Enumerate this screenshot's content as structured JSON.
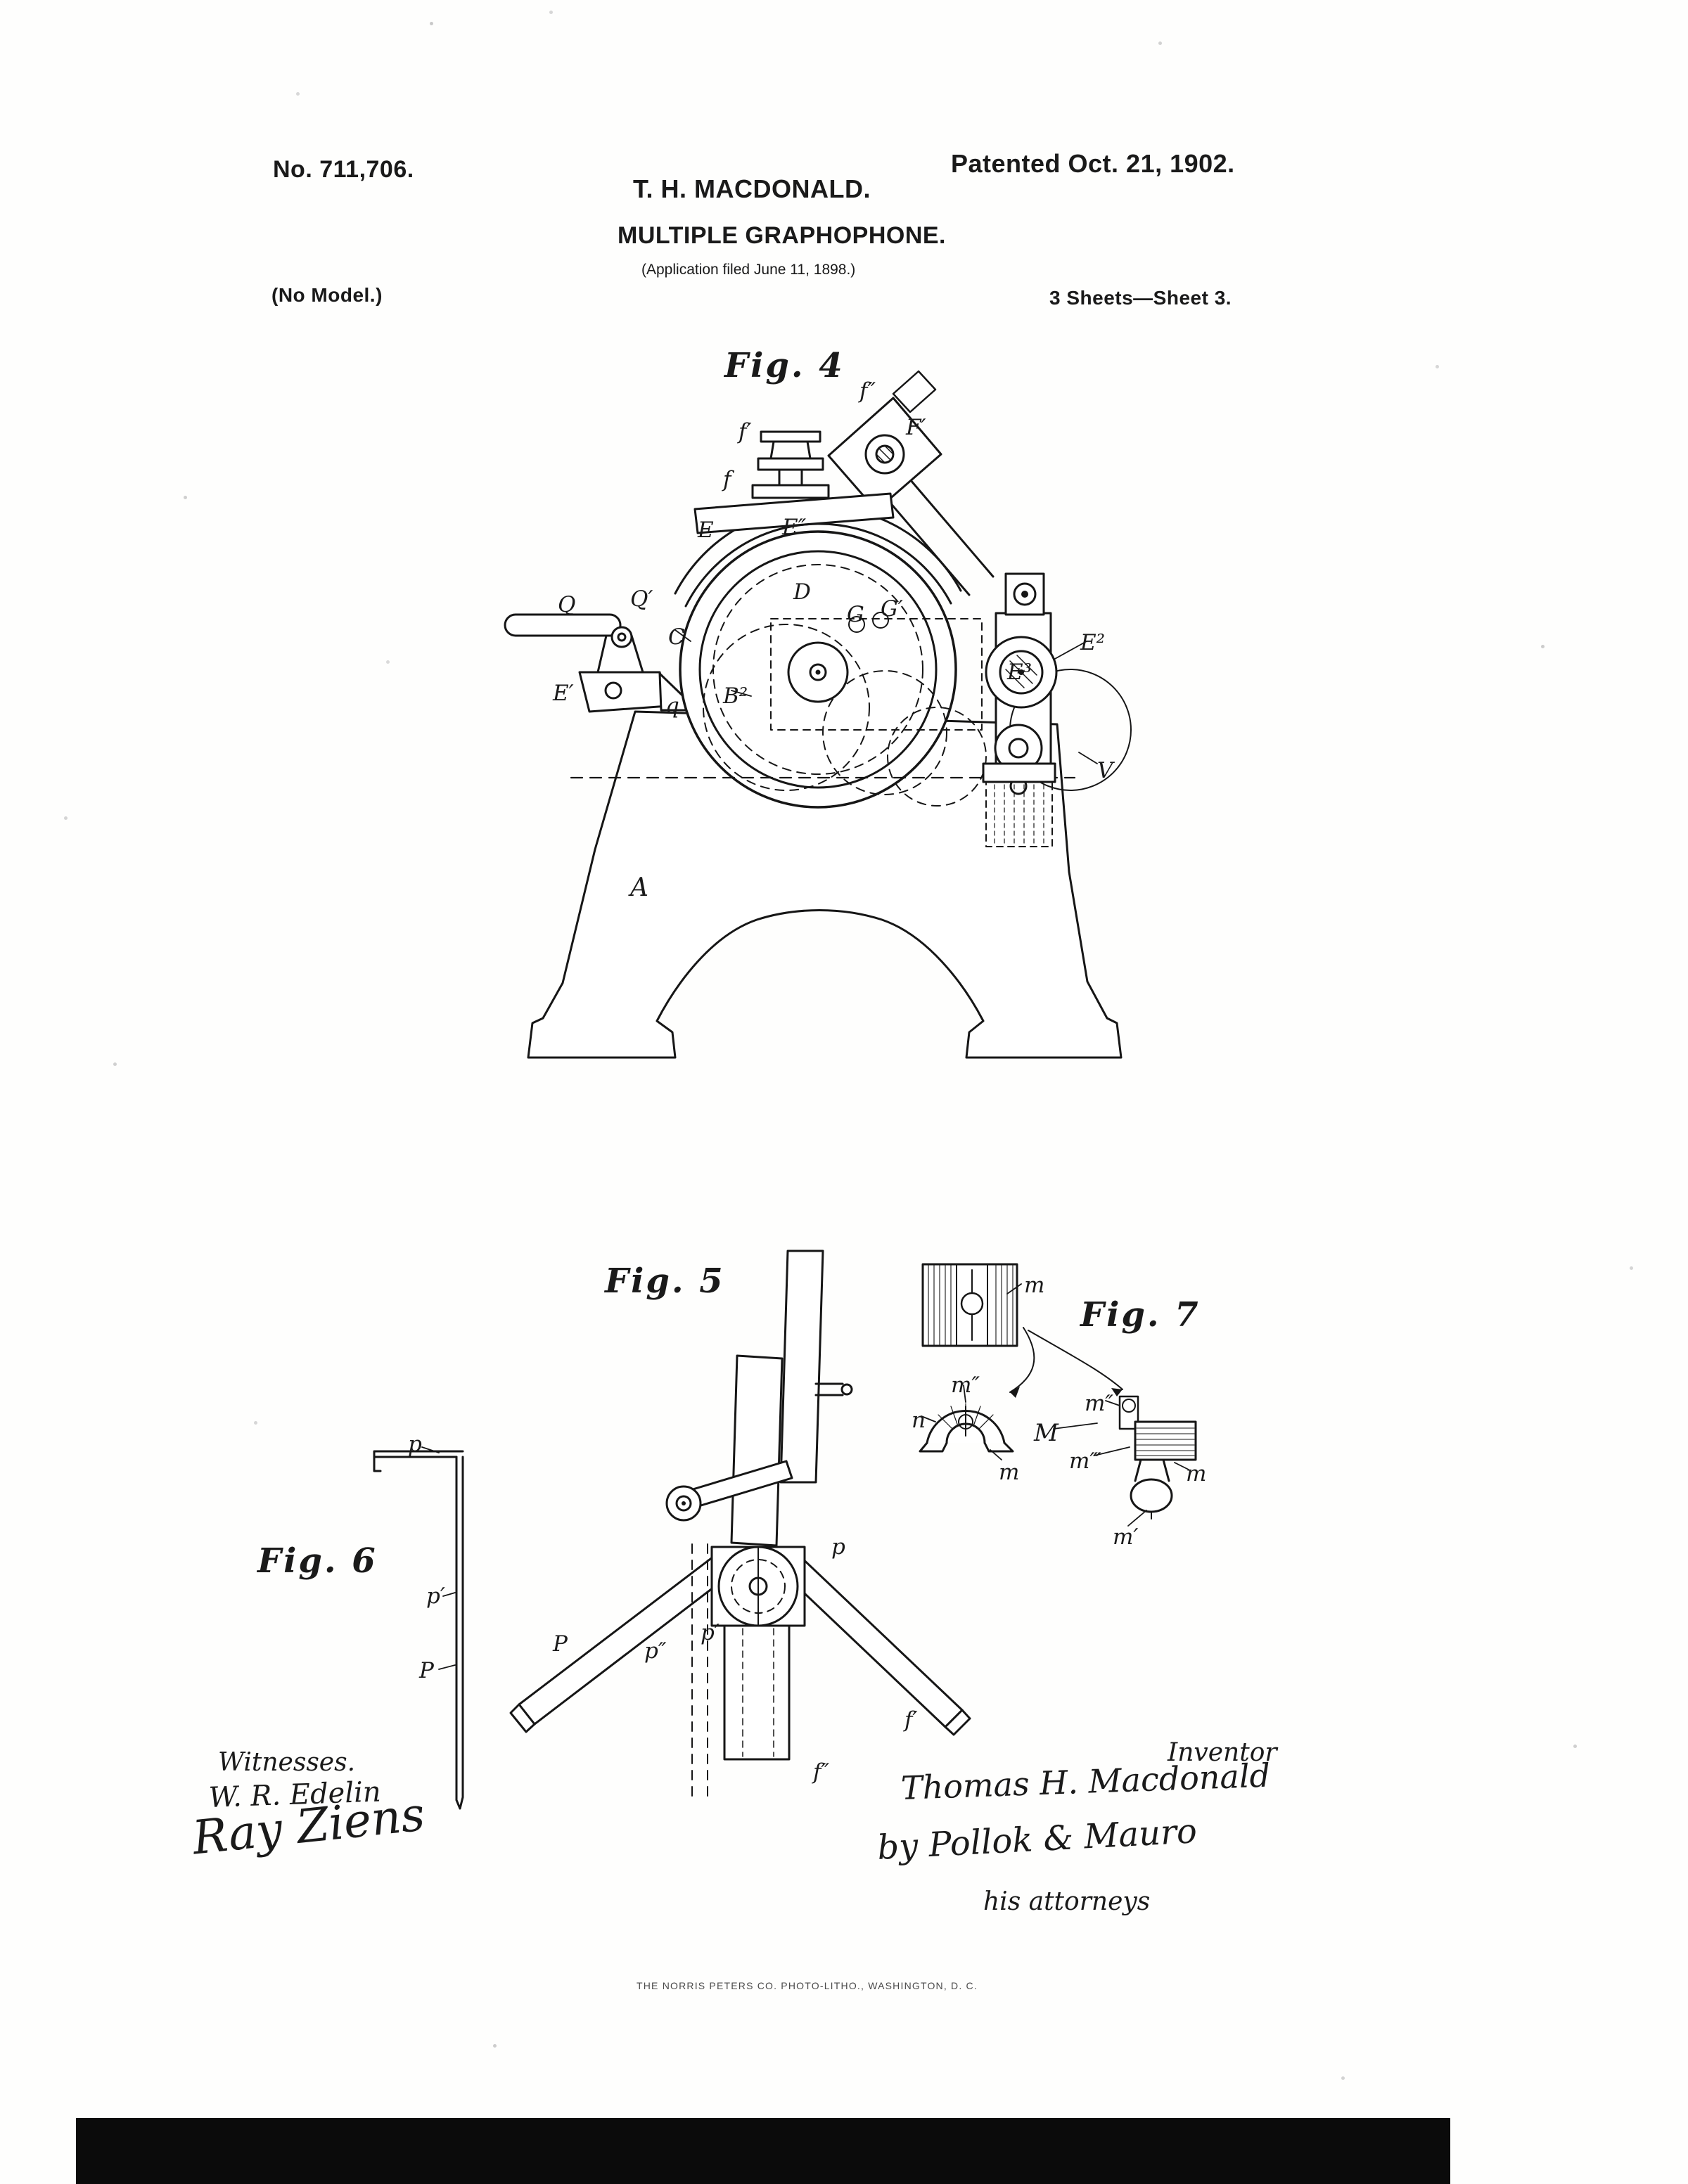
{
  "header": {
    "patent_number": "No. 711,706.",
    "patent_date": "Patented Oct. 21, 1902.",
    "inventor": "T. H. MACDONALD.",
    "title": "MULTIPLE GRAPHOPHONE.",
    "application_line": "(Application filed June 11, 1898.)",
    "model_line": "(No Model.)",
    "sheet_line": "3 Sheets—Sheet 3."
  },
  "fig4": {
    "label": "Fig. 4",
    "callouts": {
      "f_dprime": "f″",
      "f_prime": "f′",
      "f": "f",
      "E": "E",
      "E_dprime": "E″",
      "F_prime": "F′",
      "Q": "Q",
      "Q_prime": "Q′",
      "C": "C",
      "D": "D",
      "G": "G",
      "G_prime": "G′",
      "E_prime": "E′",
      "q": "q",
      "B2": "B²",
      "E2": "E²",
      "E3": "E³",
      "V": "V",
      "A": "A"
    }
  },
  "fig5": {
    "label": "Fig. 5",
    "callouts": {
      "p": "p",
      "P": "P",
      "p_dprime": "p″",
      "p_prime": "p′",
      "f_prime": "f′",
      "f_dprime": "f″"
    }
  },
  "fig6": {
    "label": "Fig. 6",
    "callouts": {
      "p": "p",
      "p_prime": "p′",
      "P": "P"
    }
  },
  "fig7": {
    "label": "Fig. 7",
    "callouts": {
      "m_top": "m",
      "m2_left": "m″",
      "n": "n",
      "m_bottom": "m",
      "M": "M",
      "m2_right": "m″",
      "m3": "m‴",
      "m_right": "m",
      "m1": "m′"
    }
  },
  "signatures": {
    "witnesses_label": "Witnesses.",
    "witness_1": "W. R. Edelin",
    "witness_2": "Ray Ziens",
    "inventor_label": "Inventor",
    "inventor_name": "Thomas H. Macdonald",
    "attorney_by": "by Pollok & Mauro",
    "attorney_note": "his attorneys"
  },
  "footer": {
    "printer": "THE NORRIS PETERS CO. PHOTO-LITHO., WASHINGTON, D. C."
  }
}
